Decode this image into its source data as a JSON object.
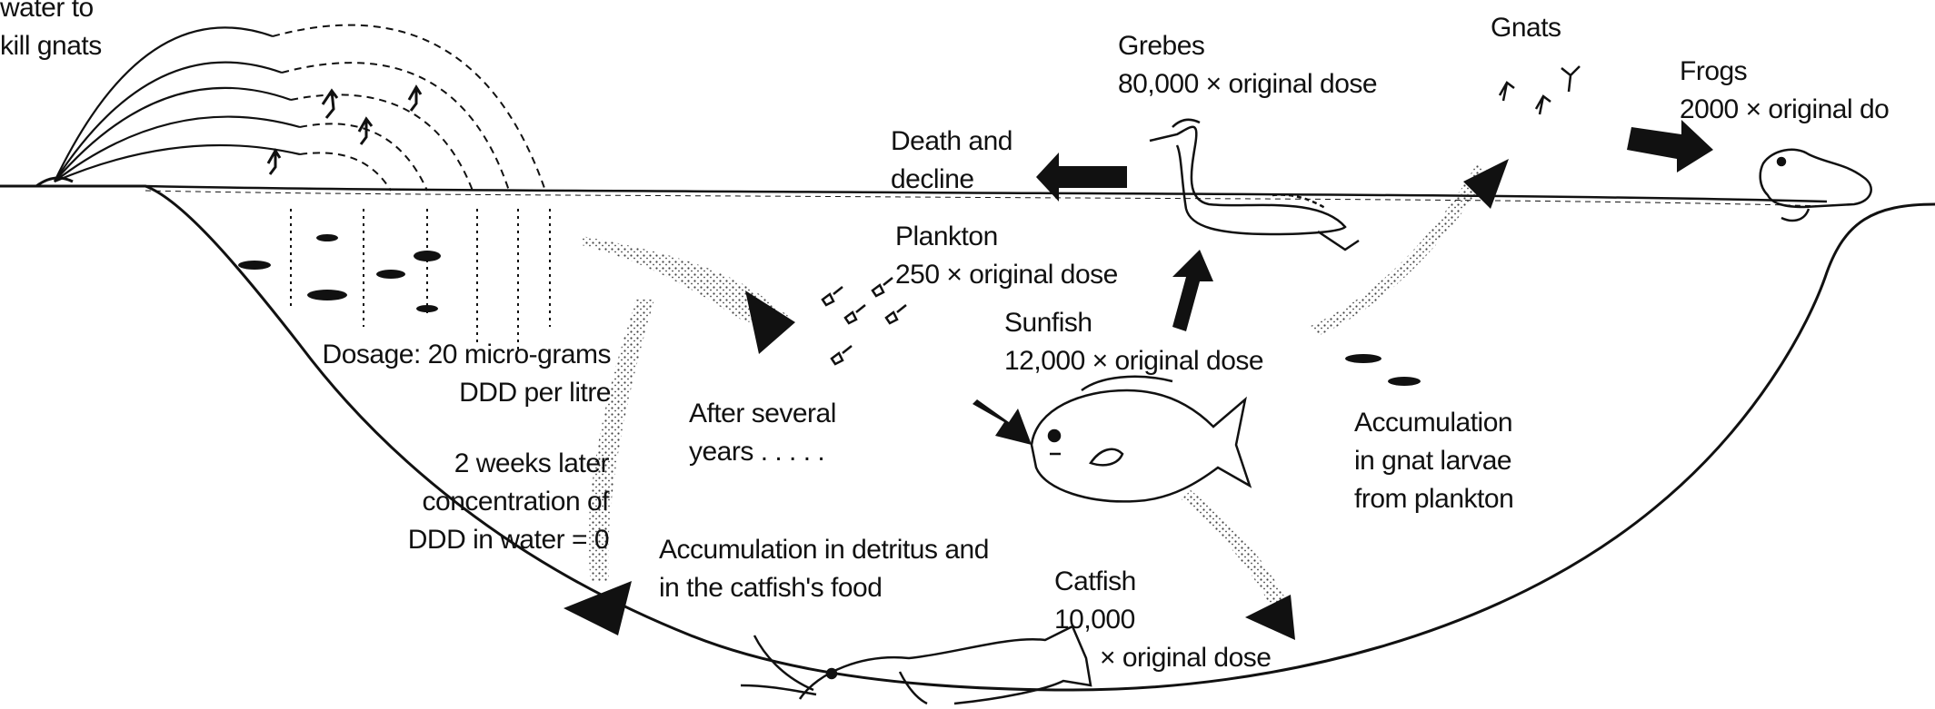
{
  "labels": {
    "spray_line1": "water to",
    "spray_line2": "kill gnats",
    "grebes_name": "Grebes",
    "grebes_dose": "80,000 × original dose",
    "gnats": "Gnats",
    "frogs_name": "Frogs",
    "frogs_dose": "2000 × original do",
    "death_line1": "Death and",
    "death_line2": "decline",
    "plankton_name": "Plankton",
    "plankton_dose": "250 × original dose",
    "sunfish_name": "Sunfish",
    "sunfish_dose": "12,000 × original dose",
    "dosage_line1": "Dosage: 20 micro-grams",
    "dosage_line2": "DDD per litre",
    "after_line1": "After several",
    "after_line2": "years . . . . .",
    "weeks_line1": "2 weeks later",
    "weeks_line2": "concentration of",
    "weeks_line3": "DDD in water = 0",
    "detritus_line1": "Accumulation in detritus and",
    "detritus_line2": "in the catfish's food",
    "catfish_name": "Catfish",
    "catfish_dose_line1": "10,000",
    "catfish_dose_line2": "× original dose",
    "larvae_line1": "Accumulation",
    "larvae_line2": "in gnat larvae",
    "larvae_line3": "from plankton"
  },
  "colors": {
    "ink": "#111111",
    "stipple": "#555555",
    "background": "#ffffff"
  }
}
